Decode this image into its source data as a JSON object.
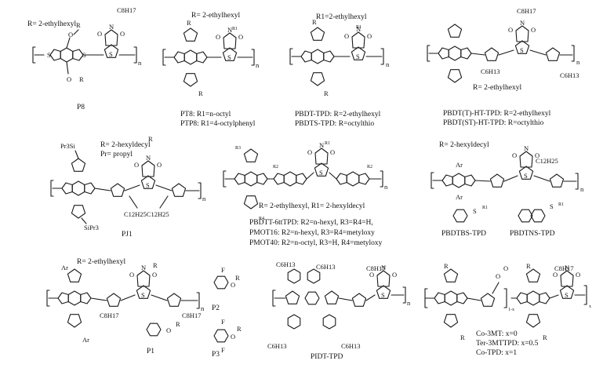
{
  "title": "",
  "molecules": [
    {
      "id": "P8",
      "label": "P8",
      "substituent": "R= 2-ethylhexyl",
      "sidechain": "C8H17",
      "oxy": "O",
      "r": "R"
    },
    {
      "id": "PT8",
      "labels": [
        "PT8: R1=n-octyl",
        "PTP8: R1=4-octylphenyl"
      ],
      "substituent": "R= 2-ethylhexyl",
      "n": "R1",
      "r": "R"
    },
    {
      "id": "PBDT-TPD",
      "substituent": "R1=2-ethylhexyl",
      "labels": [
        "PBDT-TPD: R=2-ethylhexyl",
        "PBDTS-TPD: R=octylthio"
      ],
      "n": "R1",
      "r": "R"
    },
    {
      "id": "PBDT(T)-HT-TPD",
      "labels": [
        "PBDT(T)-HT-TPD: R=2-ethylhexyl",
        "PBDT(ST)-HT-TPD: R=octylthio"
      ],
      "sidechain": "C8H17",
      "alkyl1": "C6H13",
      "alkyl2": "C6H13",
      "substituent": "R= 2-ethylhexyl"
    },
    {
      "id": "PJ1",
      "label": "PJ1",
      "substituent": "R= 2-hexyldecyl",
      "pr": "Pr= propyl",
      "silyl1": "Pr3Si",
      "silyl2": "SiPr3",
      "chains": "C12H25C12H25",
      "r": "R"
    },
    {
      "id": "PBDTT-6ttTPD",
      "substituent": "R= 2-ethylhexyl, R1= 2-hexyldecyl",
      "labels": [
        "PBDTT-6ttTPD: R2=n-hexyl, R3=R4=H,",
        "PMOT16: R2=n-hexyl, R3=R4=metyloxy",
        "PMOT40: R2=n-octyl, R3=H, R4=metyloxy"
      ],
      "r1": "R1",
      "r2": "R2",
      "r3": "R3",
      "r4": "R4"
    },
    {
      "id": "PBDTBS-TPD",
      "substituent": "R= 2-hexyldecyl",
      "sidechain": "C12H25",
      "labels": [
        "PBDTBS-TPD",
        "PBDTNS-TPD"
      ],
      "ar": "Ar",
      "r1": "R1",
      "s": "S"
    },
    {
      "id": "P1",
      "labels": [
        "P1",
        "P2",
        "P3"
      ],
      "substituent": "R= 2-ethylhexyl",
      "ar": "Ar",
      "sidechains": [
        "C8H17",
        "C8H17"
      ],
      "r": "R",
      "o": "O",
      "f": "F"
    },
    {
      "id": "PIDT-TPD",
      "label": "PIDT-TPD",
      "alkyls": [
        "C6H13",
        "C6H13",
        "C6H13",
        "C6H13"
      ],
      "sidechain": "C8H17"
    },
    {
      "id": "Co-3MT",
      "labels": [
        "Co-3MT: x=0",
        "Ter-3MTTPD: x=0.5",
        "Co-TPD: x=1"
      ],
      "sidechain": "C8H17",
      "r": "R",
      "o": "O",
      "x": "x",
      "oneminusx": "1-x"
    }
  ],
  "atoms": {
    "S": "S",
    "O": "O",
    "N": "N",
    "n": "n"
  }
}
